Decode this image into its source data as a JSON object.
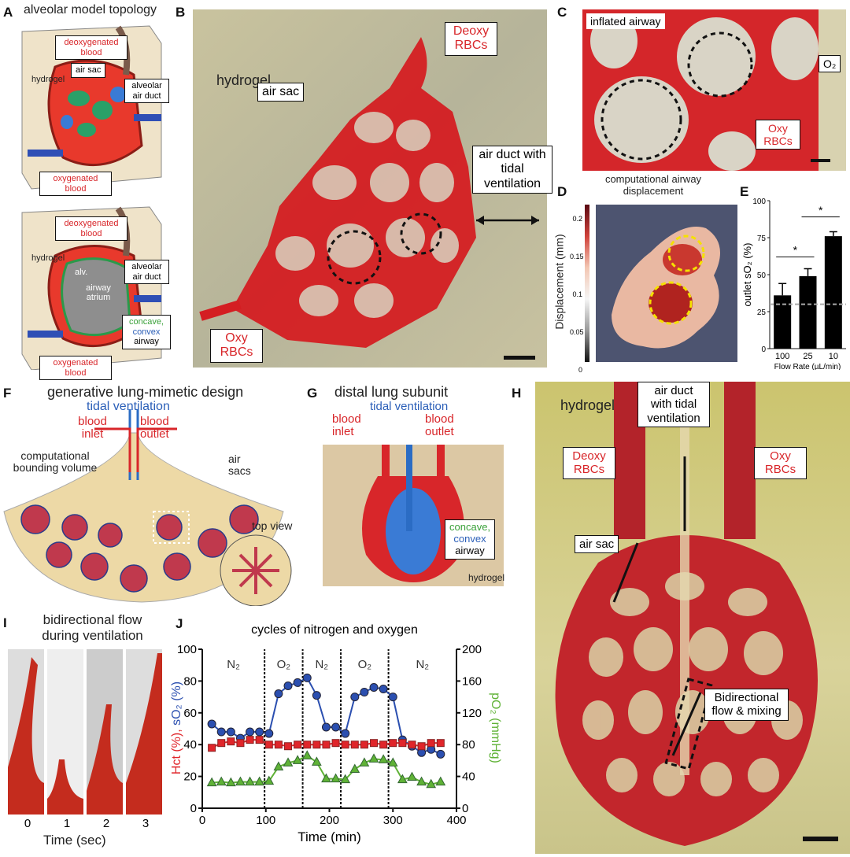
{
  "panels": {
    "A": {
      "letter": "A",
      "title": "alveolar model topology",
      "top": {
        "deoxy": "deoxygenated blood",
        "hydrogel": "hydrogel",
        "air_sac": "air sac",
        "duct": "alveolar air duct",
        "oxy": "oxygenated blood"
      },
      "bottom": {
        "deoxy": "deoxygenated blood",
        "hydrogel": "hydrogel",
        "alv": "alv.",
        "atrium": "airway atrium",
        "duct": "alveolar air duct",
        "concave": "concave,",
        "convex": "convex",
        "airway": "airway",
        "oxy": "oxygenated blood"
      }
    },
    "B": {
      "letter": "B",
      "hydrogel": "hydrogel",
      "deoxy": "Deoxy RBCs",
      "air_sac": "air sac",
      "duct": "air duct with tidal ventilation",
      "oxy": "Oxy RBCs"
    },
    "C": {
      "letter": "C",
      "inflated": "inflated airway",
      "o2": "O₂",
      "oxy": "Oxy RBCs"
    },
    "D": {
      "letter": "D",
      "title": "computational airway displacement",
      "colorbar_label": "Displacement (mm)",
      "ticks": [
        "0.2",
        "0.15",
        "0.1",
        "0.05",
        "0"
      ]
    },
    "F": {
      "letter": "F",
      "title": "generative lung-mimetic design",
      "tidal": "tidal ventilation",
      "inlet": "blood inlet",
      "outlet": "blood outlet",
      "volume": "computational bounding volume",
      "air_sacs": "air sacs",
      "top_view": "top view"
    },
    "G": {
      "letter": "G",
      "title": "distal lung subunit",
      "tidal": "tidal ventilation",
      "inlet": "blood inlet",
      "outlet": "blood outlet",
      "concave": "concave,",
      "convex": "convex",
      "airway": "airway",
      "hydrogel": "hydrogel"
    },
    "H": {
      "letter": "H",
      "hydrogel": "hydrogel",
      "duct": "air duct with tidal ventilation",
      "deoxy": "Deoxy RBCs",
      "oxy": "Oxy RBCs",
      "air_sac": "air sac",
      "bidir": "Bidirectional flow & mixing"
    },
    "I": {
      "letter": "I",
      "title": "bidirectional flow during ventilation",
      "ticks": [
        "0",
        "1",
        "2",
        "3"
      ],
      "xlabel": "Time (sec)"
    }
  },
  "chart_data": [
    {
      "panel": "E",
      "letter": "E",
      "type": "bar",
      "categories": [
        "100",
        "25",
        "10"
      ],
      "values": [
        36,
        49,
        76
      ],
      "errors": [
        8,
        5,
        3
      ],
      "ylabel": "outlet sO₂ (%)",
      "xlabel": "Flow Rate (µL/min)",
      "ylim": [
        0,
        100
      ],
      "yticks": [
        "0",
        "25",
        "50",
        "75",
        "100"
      ],
      "baseline": 30,
      "significance": [
        "*",
        "*"
      ]
    },
    {
      "panel": "J",
      "letter": "J",
      "type": "line",
      "title": "cycles of nitrogen and oxygen",
      "xlabel": "Time (min)",
      "ylabel_left": [
        "Hct (%),",
        "sO₂ (%)"
      ],
      "ylabel_right": "pO₂ (mmHg)",
      "xlim": [
        0,
        400
      ],
      "ylim_left": [
        0,
        100
      ],
      "ylim_right": [
        0,
        200
      ],
      "xticks": [
        "0",
        "100",
        "200",
        "300",
        "400"
      ],
      "yticks_left": [
        "0",
        "20",
        "40",
        "60",
        "80",
        "100"
      ],
      "yticks_right": [
        "0",
        "40",
        "80",
        "120",
        "160",
        "200"
      ],
      "phase_bounds": [
        98,
        158,
        218,
        293
      ],
      "phases": [
        "N₂",
        "O₂",
        "N₂",
        "O₂",
        "N₂"
      ],
      "x": [
        15,
        30,
        45,
        60,
        75,
        90,
        105,
        120,
        135,
        150,
        165,
        180,
        195,
        210,
        225,
        240,
        255,
        270,
        285,
        300,
        315,
        330,
        345,
        360,
        375
      ],
      "series": [
        {
          "name": "sO2 (%)",
          "axis": "left",
          "color": "#2b4fb0",
          "marker": "circle",
          "values": [
            53,
            48,
            48,
            44,
            48,
            48,
            47,
            72,
            77,
            79,
            82,
            71,
            51,
            51,
            47,
            70,
            73,
            76,
            75,
            70,
            43,
            39,
            35,
            37,
            34
          ]
        },
        {
          "name": "Hct (%)",
          "axis": "left",
          "color": "#e0252a",
          "marker": "square",
          "values": [
            38,
            41,
            42,
            41,
            43,
            43,
            40,
            40,
            39,
            40,
            40,
            40,
            40,
            41,
            40,
            40,
            40,
            41,
            40,
            41,
            41,
            40,
            39,
            41,
            41
          ]
        },
        {
          "name": "pO2 (mmHg)",
          "axis": "right",
          "color": "#5fb236",
          "marker": "triangle",
          "values": [
            32,
            33,
            32,
            33,
            33,
            33,
            34,
            52,
            57,
            60,
            66,
            58,
            37,
            37,
            36,
            49,
            57,
            62,
            61,
            57,
            36,
            39,
            33,
            30,
            33
          ]
        }
      ]
    }
  ]
}
